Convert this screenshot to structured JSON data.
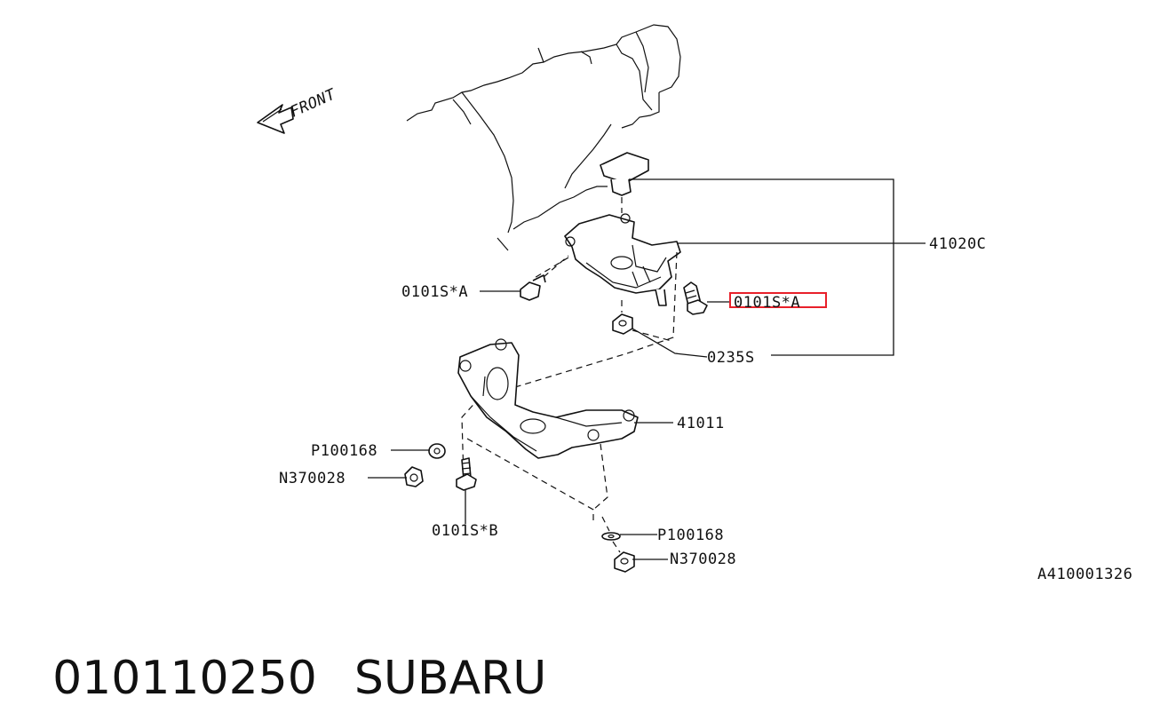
{
  "diagram": {
    "direction_label": "FRONT",
    "callouts": {
      "c41020c": "41020C",
      "c0101sa_left": "0101S*A",
      "c0101sa_right": "0101S*A",
      "c0235s": "0235S",
      "c41011": "41011",
      "cp100168_left": "P100168",
      "cn370028_left": "N370028",
      "c0101sb": "0101S*B",
      "cp100168_bottom": "P100168",
      "cn370028_bottom": "N370028"
    },
    "figure_code": "A410001326",
    "highlight_color": "#e8202a"
  },
  "caption": {
    "part_number": "010110250",
    "brand": "SUBARU"
  }
}
